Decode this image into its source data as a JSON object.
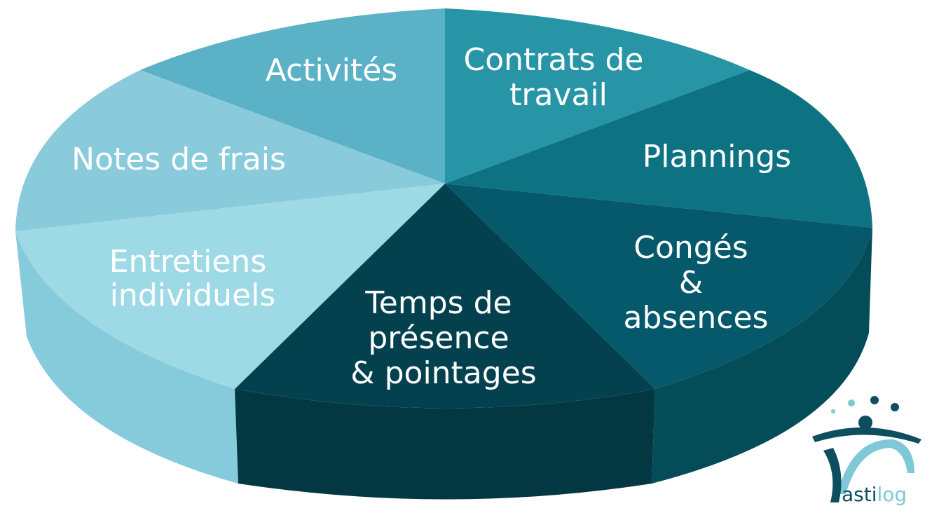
{
  "segments": [
    {
      "id": "activites",
      "lines": [
        "Activités"
      ],
      "top_color": "#5bb2c6",
      "side_color": "#4b9fb2"
    },
    {
      "id": "contrats",
      "lines": [
        "Contrats de",
        "travail"
      ],
      "top_color": "#2895a7",
      "side_color": "#1f7d8d"
    },
    {
      "id": "plannings",
      "lines": [
        "Plannings"
      ],
      "top_color": "#0d7282",
      "side_color": "#0a5f6c"
    },
    {
      "id": "conges",
      "lines": [
        "Congés",
        "&",
        "absences"
      ],
      "top_color": "#05596a",
      "side_color": "#054c59"
    },
    {
      "id": "temps",
      "lines": [
        "Temps de",
        "présence",
        "& pointages"
      ],
      "top_color": "#04414e",
      "side_color": "#033842"
    },
    {
      "id": "entretiens",
      "lines": [
        "Entretiens",
        "individuels"
      ],
      "top_color": "#9ed9e6",
      "side_color": "#86cbdb"
    },
    {
      "id": "notes",
      "lines": [
        "Notes de frais"
      ],
      "top_color": "#89cadb",
      "side_color": "#76bccf"
    }
  ],
  "logo": {
    "part1": "asti",
    "part2": "log",
    "primary_color": "#0d4f5e",
    "accent_color": "#7ec8d8"
  }
}
